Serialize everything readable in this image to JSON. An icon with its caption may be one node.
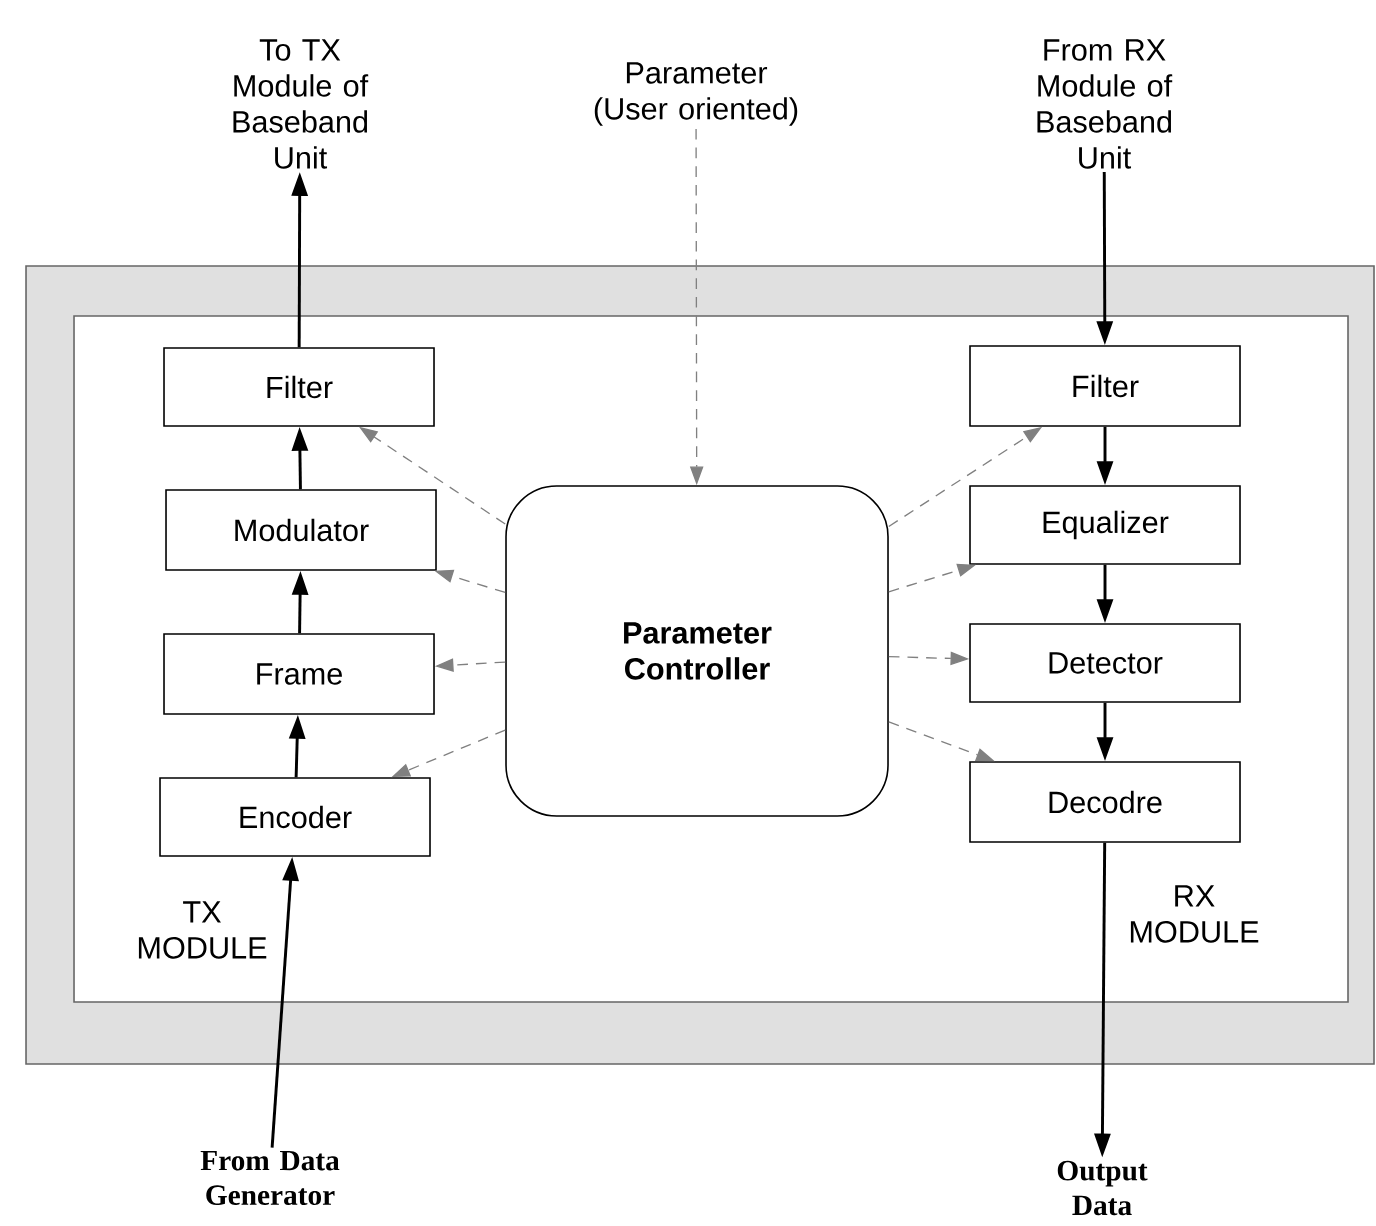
{
  "diagram": {
    "nodes": [
      {
        "text": [],
        "shape": "box"
      },
      {
        "text": [],
        "shape": "box",
        "in": 0
      },
      {
        "text": [
          "To TX Module of Baseband Unit"
        ]
      },
      {
        "text": [
          "Parameter (User oriented)"
        ]
      },
      {
        "text": [
          "From RX Module of Baseband Unit"
        ]
      },
      {
        "text": [
          "Filter"
        ],
        "in": 1
      },
      {
        "text": [
          "Modulator"
        ],
        "in": 1
      },
      {
        "text": [
          "Frame"
        ],
        "in": 1
      },
      {
        "text": [
          "Encoder"
        ],
        "in": 1
      },
      {
        "text": [
          "Parameter Controller"
        ],
        "in": 1
      },
      {
        "text": [
          "Filter"
        ],
        "in": 1
      },
      {
        "text": [
          "Equalizer"
        ],
        "in": 1
      },
      {
        "text": [
          "Detector"
        ],
        "in": 1
      },
      {
        "text": [
          "Decodre"
        ],
        "in": 1
      },
      {
        "text": [
          "From Data Generator"
        ]
      },
      {
        "text": [
          "Output Data"
        ]
      }
    ],
    "edges": [
      {
        "from": 5,
        "to": 2,
        "arrow": "to"
      },
      {
        "from": 6,
        "to": 5,
        "arrow": "to"
      },
      {
        "from": 7,
        "to": 6,
        "arrow": "to"
      },
      {
        "from": 8,
        "to": 7,
        "arrow": "to"
      },
      {
        "from": 14,
        "to": 8,
        "arrow": "to"
      },
      {
        "from": 3,
        "to": 9,
        "arrow": "to",
        "style": "dashed",
        "color": "#808080"
      },
      {
        "from": 9,
        "to": 5,
        "arrow": "to",
        "style": "dashed",
        "color": "#808080"
      },
      {
        "from": 9,
        "to": 6,
        "arrow": "to",
        "style": "dashed",
        "color": "#808080"
      },
      {
        "from": 9,
        "to": 7,
        "arrow": "to",
        "style": "dashed",
        "color": "#808080"
      },
      {
        "from": 9,
        "to": 8,
        "arrow": "to",
        "style": "dashed",
        "color": "#808080"
      },
      {
        "from": 9,
        "to": 10,
        "arrow": "to",
        "style": "dashed",
        "color": "#808080"
      },
      {
        "from": 9,
        "to": 11,
        "arrow": "to",
        "style": "dashed",
        "color": "#808080"
      },
      {
        "from": 9,
        "to": 12,
        "arrow": "to",
        "style": "dashed",
        "color": "#808080"
      },
      {
        "from": 9,
        "to": 13,
        "arrow": "to",
        "style": "dashed",
        "color": "#808080"
      },
      {
        "from": 4,
        "to": 10,
        "arrow": "to"
      },
      {
        "from": 10,
        "to": 11,
        "arrow": "to"
      },
      {
        "from": 11,
        "to": 12,
        "arrow": "to"
      },
      {
        "from": 12,
        "to": 13,
        "arrow": "to"
      },
      {
        "from": 13,
        "to": 15,
        "arrow": "to"
      }
    ],
    "labels": [
      "TX MODULE",
      "RX MODULE"
    ]
  }
}
